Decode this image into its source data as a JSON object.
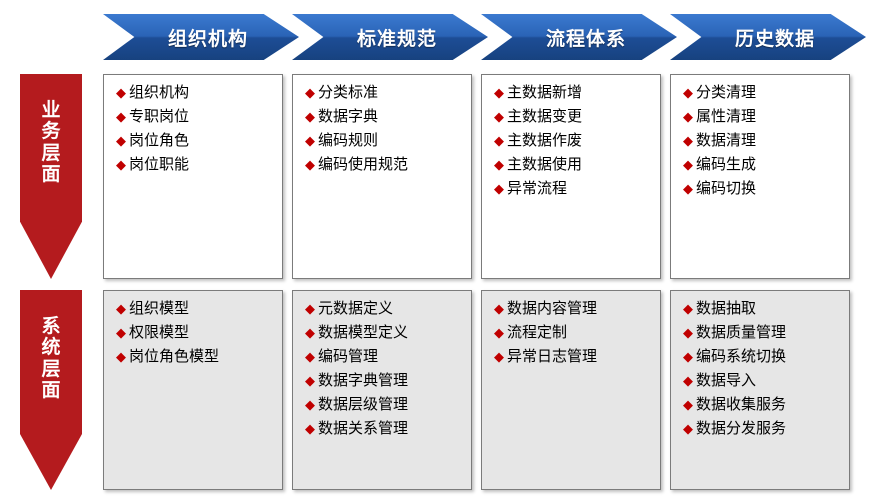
{
  "headers": [
    {
      "label": "组织机构"
    },
    {
      "label": "标准规范"
    },
    {
      "label": "流程体系"
    },
    {
      "label": "历史数据"
    }
  ],
  "rows": [
    {
      "label": "业务层面"
    },
    {
      "label": "系统层面"
    }
  ],
  "colors": {
    "header_blue": "#2a63b6",
    "row_red": "#b41b1e",
    "bullet_red": "#c00000",
    "box_grey": "#e6e6e6"
  },
  "bullet": "◆",
  "cells": [
    [
      [
        "组织机构",
        "专职岗位",
        "岗位角色",
        "岗位职能"
      ],
      [
        "分类标准",
        "数据字典",
        "编码规则",
        "编码使用规范"
      ],
      [
        "主数据新增",
        "主数据变更",
        "主数据作废",
        "主数据使用",
        "异常流程"
      ],
      [
        "分类清理",
        "属性清理",
        "数据清理",
        "编码生成",
        "编码切换"
      ]
    ],
    [
      [
        "组织模型",
        "权限模型",
        "岗位角色模型"
      ],
      [
        "元数据定义",
        "数据模型定义",
        "编码管理",
        "数据字典管理",
        "数据层级管理",
        "数据关系管理"
      ],
      [
        "数据内容管理",
        "流程定制",
        "异常日志管理"
      ],
      [
        "数据抽取",
        "数据质量管理",
        "编码系统切换",
        "数据导入",
        "数据收集服务",
        "数据分发服务"
      ]
    ]
  ]
}
